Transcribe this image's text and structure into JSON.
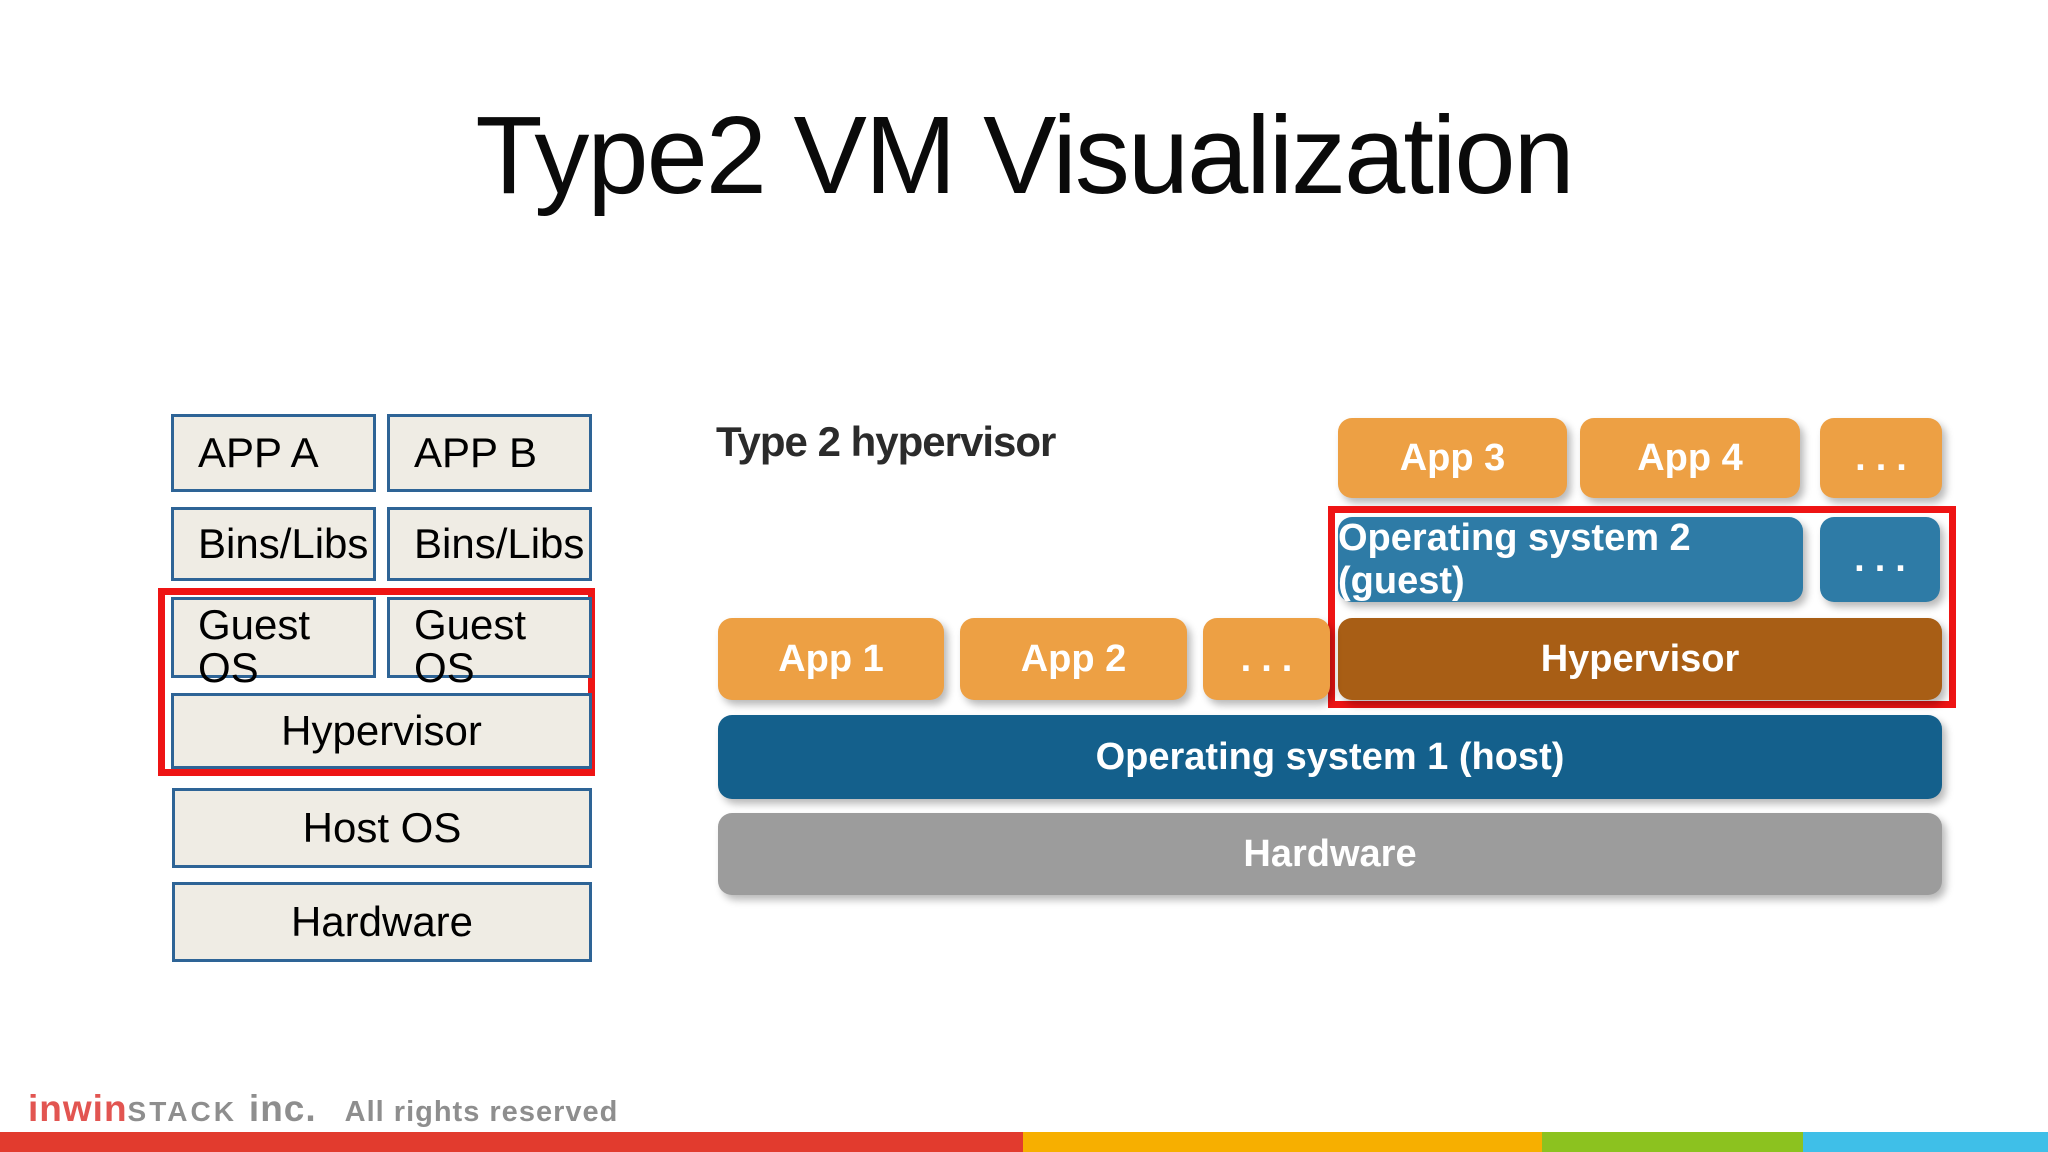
{
  "slide": {
    "title": "Type2 VM Visualization"
  },
  "left_stack": {
    "app_a": "APP A",
    "app_b": "APP B",
    "bins_a": "Bins/Libs",
    "bins_b": "Bins/Libs",
    "guest_a": "Guest OS",
    "guest_b": "Guest OS",
    "hypervisor": "Hypervisor",
    "host_os": "Host OS",
    "hardware": "Hardware"
  },
  "right_diagram": {
    "label": "Type 2 hypervisor",
    "host_apps": [
      "App 1",
      "App 2",
      "..."
    ],
    "guest_apps": [
      "App 3",
      "App 4",
      "..."
    ],
    "guest_os": "Operating system 2 (guest)",
    "guest_os_more": "...",
    "hypervisor": "Hypervisor",
    "host_os": "Operating system 1 (host)",
    "hardware": "Hardware"
  },
  "footer": {
    "brand_inwin": "inwin",
    "brand_stack": "STACK",
    "brand_inc": "inc.",
    "rights": "All rights reserved"
  },
  "colors": {
    "app_orange": "#eda044",
    "guest_os_blue": "#2e7ba6",
    "hypervisor_brown": "#a85e15",
    "host_os_navy": "#14608c",
    "hardware_gray": "#9c9c9c",
    "annotation_red": "#ee1414",
    "left_box_fill": "#efece4",
    "left_box_border": "#2e6496",
    "brand_red": "#e25551",
    "brand_gray": "#8e8e8e",
    "bar_red": "#e23b2e",
    "bar_amber": "#f7af00",
    "bar_green": "#8cc21f",
    "bar_cyan": "#3fbfe8"
  }
}
